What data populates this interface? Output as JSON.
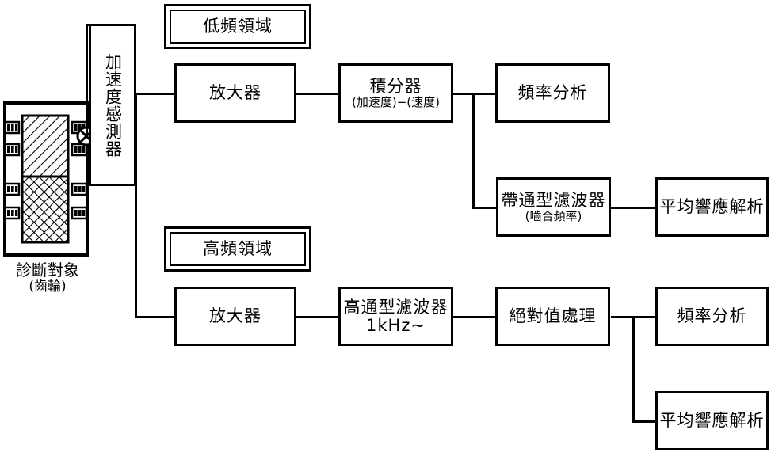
{
  "diagram": {
    "title": "gear-diagnosis-signal-processing-flow",
    "ink_color": "#000000",
    "background_color": "#ffffff"
  },
  "target": {
    "caption_line1": "診斷對象",
    "caption_line2": "(齒輪)",
    "sensor_icon": "accelerometer-cross-circle-icon"
  },
  "sensor": {
    "label": "加速度感測器"
  },
  "bands": {
    "low": "低頻領域",
    "high": "高頻領域"
  },
  "low_chain": {
    "amplifier": "放大器",
    "integrator_line1": "積分器",
    "integrator_line2": "(加速度)−(速度)",
    "frequency_analysis": "頻率分析",
    "bandpass_line1": "帶通型濾波器",
    "bandpass_line2": "(嚙合頻率)",
    "average_response": "平均響應解析"
  },
  "high_chain": {
    "amplifier": "放大器",
    "highpass_line1": "高通型濾波器",
    "highpass_line2": "1kHz~",
    "absolute_value": "絕對值處理",
    "frequency_analysis": "頻率分析",
    "average_response": "平均響應解析"
  }
}
